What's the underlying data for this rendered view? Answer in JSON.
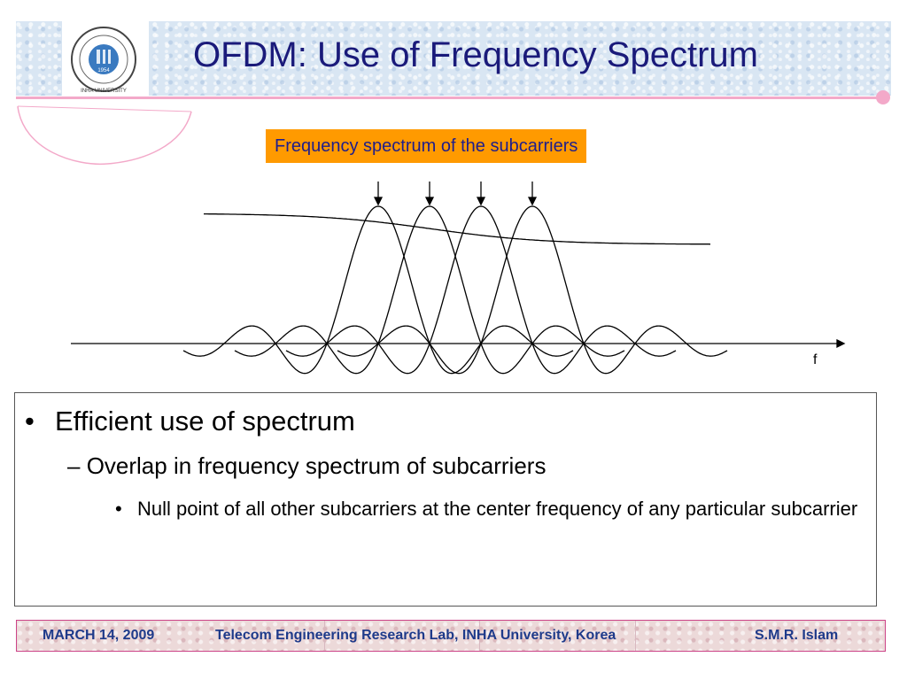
{
  "slide": {
    "title": "OFDM: Use of Frequency Spectrum",
    "caption": "Frequency spectrum of the subcarriers",
    "logo_text": "INHA UNIVERSITY",
    "logo_year": "1954",
    "figure_axis_label": "f",
    "colors": {
      "title": "#1a1a7a",
      "caption_bg": "#ff9a00",
      "accent_pink": "#f3a9c9",
      "footer_text": "#1e3a8a"
    }
  },
  "bullets": {
    "level1": "Efficient use of spectrum",
    "level2": "Overlap in frequency spectrum of subcarriers",
    "level3": "Null point of all other subcarriers at the center frequency of any particular subcarrier"
  },
  "footer": {
    "date": "MARCH 14, 2009",
    "lab": "Telecom Engineering Research Lab, INHA University, Korea",
    "author": "S.M.R. Islam"
  }
}
